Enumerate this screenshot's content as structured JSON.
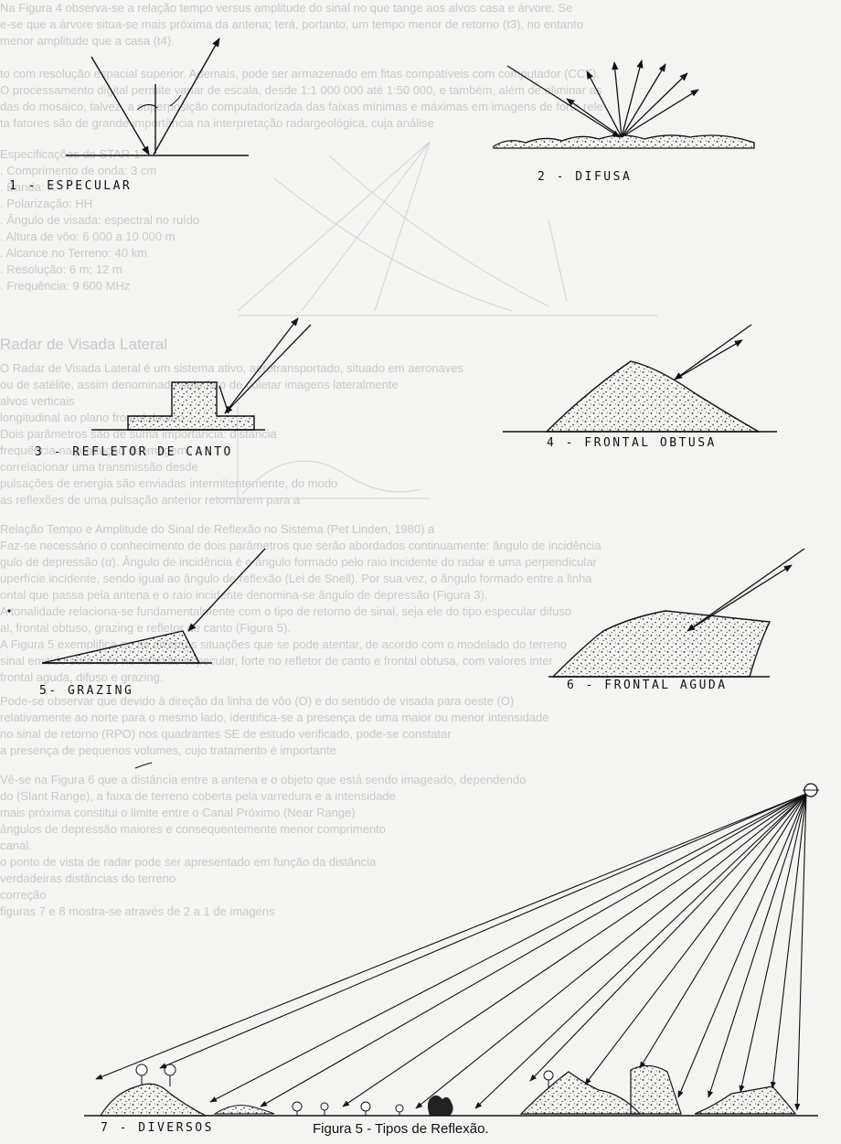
{
  "figure": {
    "caption": "Figura 5 - Tipos de Reflexão.",
    "panels": [
      {
        "id": "especular",
        "label": "1 - ESPECULAR"
      },
      {
        "id": "difusa",
        "label": "2 - DIFUSA"
      },
      {
        "id": "refletor-canto",
        "label": "3 - REFLETOR DE CANTO"
      },
      {
        "id": "frontal-obtusa",
        "label": "4 - FRONTAL OBTUSA"
      },
      {
        "id": "grazing",
        "label": "5- GRAZING"
      },
      {
        "id": "frontal-aguda",
        "label": "6 - FRONTAL AGUDA"
      },
      {
        "id": "diversos",
        "label": "7 - DIVERSOS"
      }
    ]
  },
  "bleed_through": {
    "top_lines": [
      "Na Figura 4 observa-se a relação tempo versus amplitude do sinal no que tange aos alvos casa e árvore. Se",
      "e-se que a árvore situa-se mais próxima da antena; terá, portanto, um tempo menor de retorno (t3), no entanto",
      "menor amplitude que a casa (t4).",
      "to com resolução espacial superior. Ademais, pode ser armazenado em fitas compatíveis com computador (CCT).",
      "O processamento digital permite variar de escala, desde 1:1 000 000 até 1:50 000, e também, além de eliminar as",
      "das do mosaico, talvez, a superposição computadorizada das faixas mínimas e máximas em imagens de forte rele",
      "ta fatores são de grande importância na interpretação radargeológica, cuja análise",
      "Especificações do STAR-1:",
      ". Comprimento de onda: 3 cm",
      ". Banda: X",
      ". Polarização: HH",
      ". Ângulo de visada: espectral no ruído",
      ". Altura de vôo: 6 000 a 10 000 m",
      ". Alcance no Terreno: 40 km",
      ". Resolução: 6 m; 12 m",
      ". Frequência: 9 600 MHz"
    ],
    "middle_lines": [
      "Radar de Visada Lateral",
      "O Radar de Visada Lateral é um sistema ativo, aerotransportado, situado em aeronaves",
      "ou de satélite, assim denominado pelo fato de coletar imagens lateralmente",
      "alvos verticais",
      "longitudinal ao plano frontal do voo",
      "Dois parâmetros são de suma importância: distância",
      "frequência na produção da imagem",
      "correlacionar uma transmissão desde",
      "pulsações de energia são enviadas intermitentemente, do modo",
      "as reflexões de uma pulsação anterior retornarem para a",
      "Relação Tempo e Amplitude do Sinal de Reflexão no Sistema (Pet Linden, 1980) a",
      "Faz-se necessário o conhecimento de dois parâmetros que serão abordados continuamente: ângulo de incidência",
      "gulo de depressão (α). Ângulo de incidência é o ângulo formado pelo raio incidente do radar e uma perpendicular",
      "uperfície incidente, sendo igual ao ângulo de reflexão (Lei de Snell). Por sua vez, o ângulo formado entre a linha",
      "ontal que passa pela antena e o raio incidente denomina-se ângulo de depressão (Figura 3).",
      "A tonalidade relaciona-se fundamentalmente com o tipo de retorno de sinal, seja ele do tipo especular difuso",
      "al, frontal obtuso, grazing e refletor de canto (Figura 5).",
      "A Figura 5 exemplifica-se as diversas situações que se pode atentar, de acordo com o modelado do terreno",
      "sinal emitido será nulo na reflexão especular, forte no refletor de canto e frontal obtusa, com valores inter",
      "frontal aguda, difuso e grazing.",
      "Pode-se observar que devido à direção da linha de vôo (O) e do sentido de visada para oeste (O)",
      "relativamente ao norte para o mesmo lado, identifica-se a presença de uma maior ou menor intensidade",
      "no sinal de retorno (RPO) nos quadrantes SE de estudo verificado, pode-se constatar",
      "a presença de pequenos volumes, cujo tratamento é importante",
      "Vê-se na Figura 6 que a distância entre a antena e o objeto que está sendo imageado, dependendo",
      "do (Slant Range), a faixa de terreno coberta pela varredura e a intensidade",
      "mais próxima constitui o limite entre o Canal Próximo (Near Range)",
      "ângulos de depressão maiores e consequentemente menor comprimento",
      "canal.",
      "o ponto de vista de radar pode ser apresentado em função da distância",
      "verdadeiras distâncias do terreno",
      "correção",
      "figuras 7 e 8 mostra-se através de 2 a 1 de imagens"
    ]
  }
}
